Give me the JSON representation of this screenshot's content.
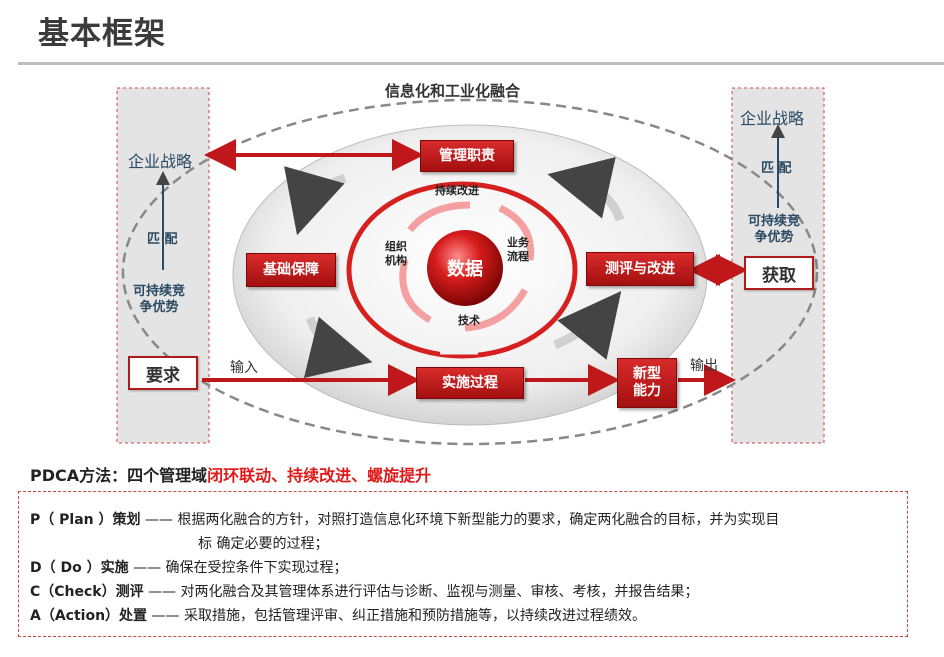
{
  "page_title": "基本框架",
  "diagram": {
    "top_label": "信息化和工业化融合",
    "center": "数据",
    "boxes": {
      "management": "管理职责",
      "foundation": "基础保障",
      "evaluation": "测评与改进",
      "implementation": "实施过程",
      "new_capability": "新型能力"
    },
    "inner_labels": {
      "continuous_improvement": "持续改进",
      "organization": "组织\n机构",
      "business_process": "业务\n流程",
      "technology": "技术"
    },
    "left_panel": {
      "strategy": "企业战略",
      "match": "匹 配",
      "advantage": "可持续竞\n争优势",
      "requirement": "要求"
    },
    "right_panel": {
      "strategy": "企业战略",
      "match": "匹 配",
      "advantage": "可持续竞\n争优势",
      "obtain": "获取"
    },
    "input_label": "输入",
    "output_label": "输出"
  },
  "pdca": {
    "title_prefix": "PDCA方法：四个管理域",
    "title_highlight": "闭环联动、持续改进、螺旋提升",
    "rows": [
      {
        "key": "P（  Plan ）策划",
        "sep": "——",
        "text": "根据两化融合的方针，对照打造信息化环境下新型能力的要求，确定两化融合的目标，并为实现目",
        "cont": "标 确定必要的过程；"
      },
      {
        "key": "D（   Do  ）实施",
        "sep": "——",
        "text": "确保在受控条件下实现过程；"
      },
      {
        "key": "C（Check）测评",
        "sep": "——",
        "text": "对两化融合及其管理体系进行评估与诊断、监视与测量、审核、考核，并报告结果；"
      },
      {
        "key": "A（Action）处置",
        "sep": "——",
        "text": "采取措施，包括管理评审、纠正措施和预防措施等，以持续改进过程绩效。"
      }
    ]
  },
  "colors": {
    "accent_red": "#c0181a",
    "highlight_red": "#e01a1a",
    "text_blue": "#2b4a64",
    "panel_gray": "#e4e4e4"
  }
}
